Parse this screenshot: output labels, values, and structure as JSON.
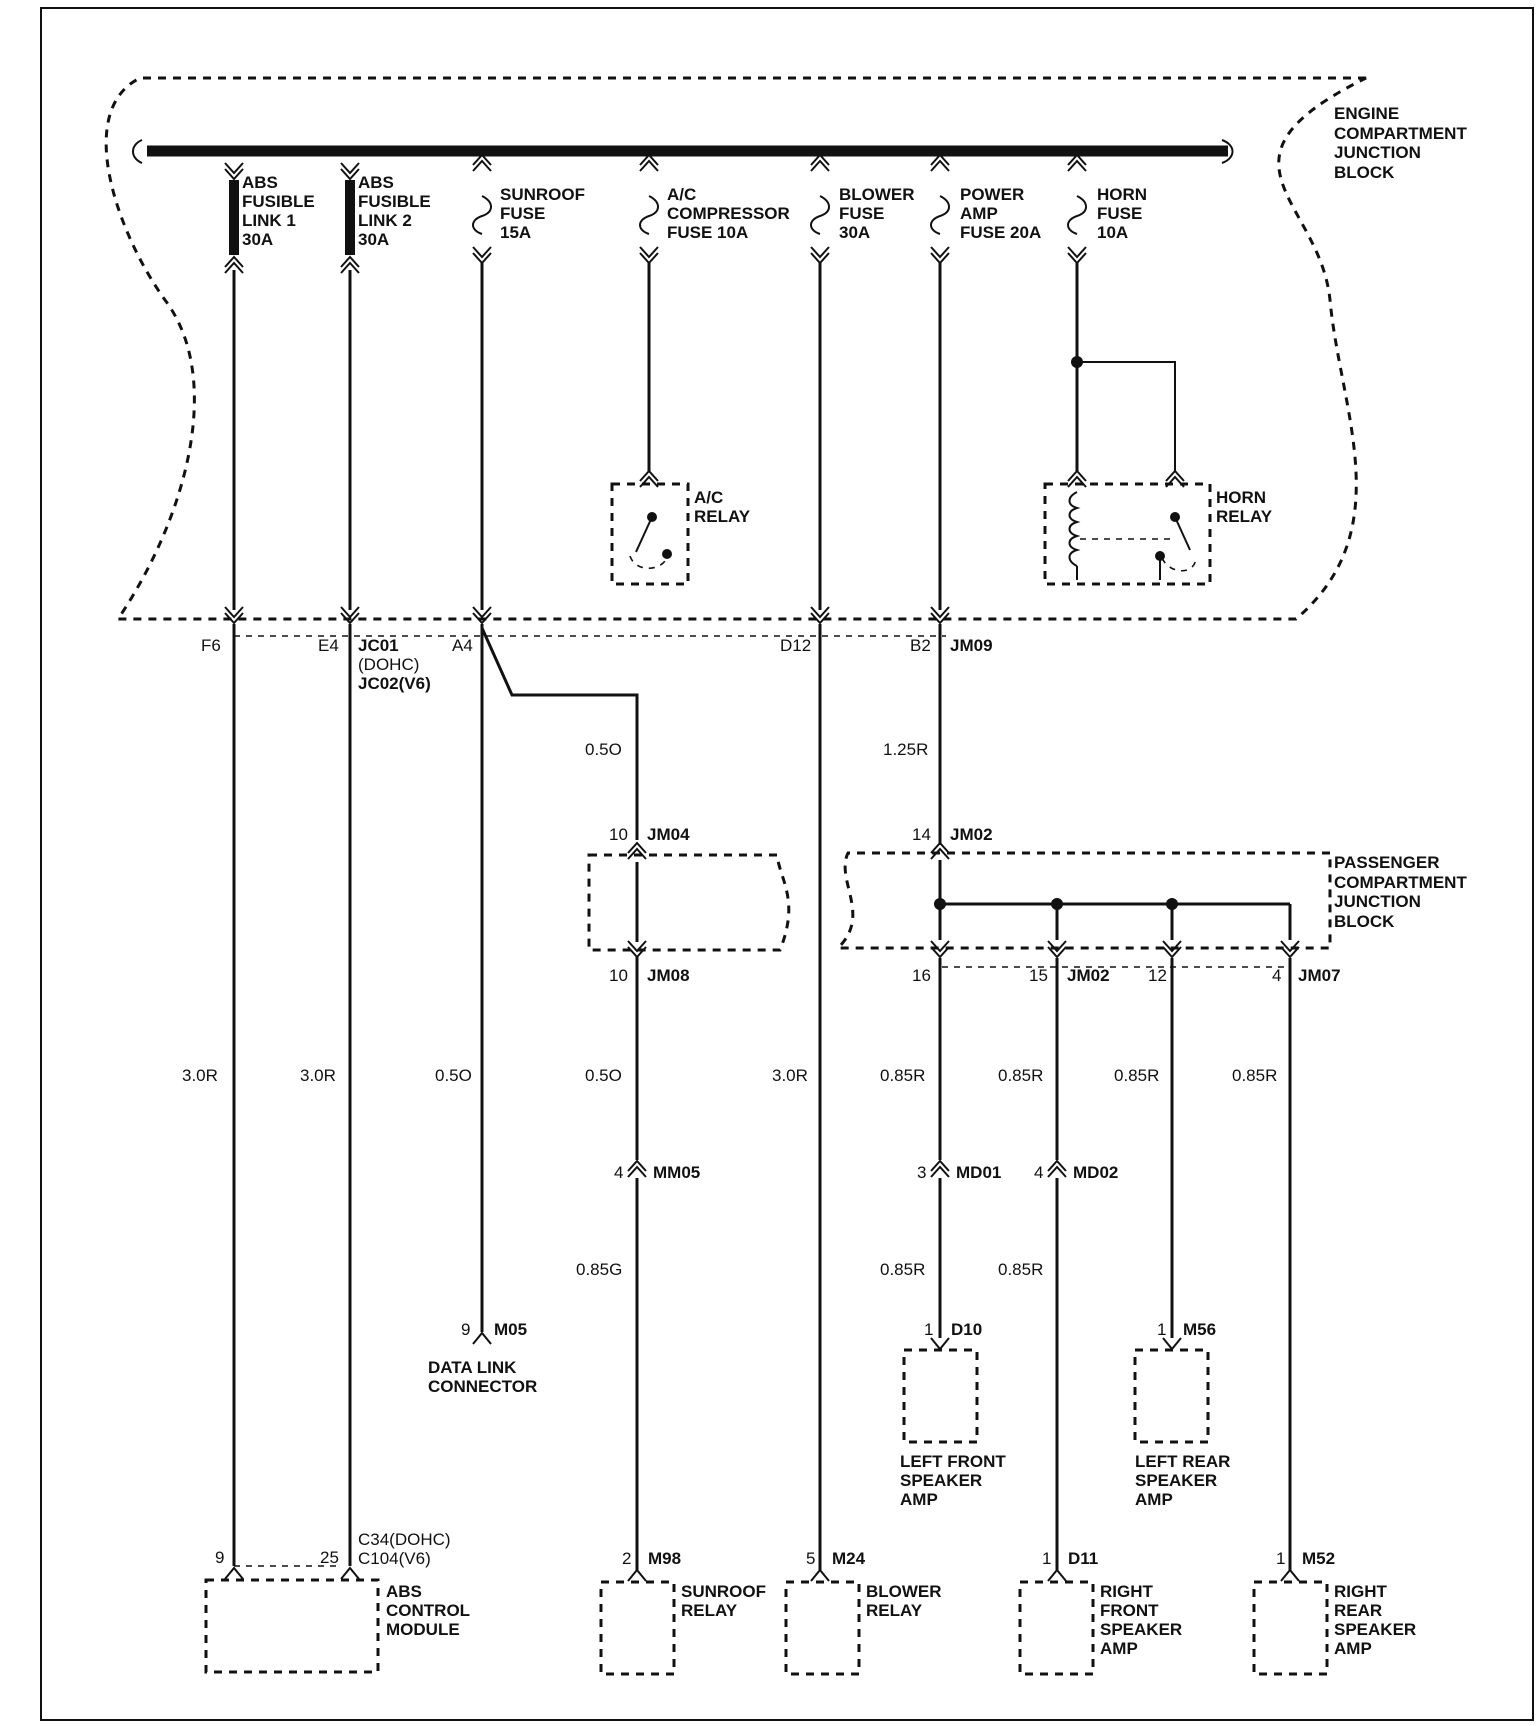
{
  "engine_block": {
    "line1": "ENGINE",
    "line2": "COMPARTMENT",
    "line3": "JUNCTION",
    "line4": "BLOCK"
  },
  "passenger_block": {
    "line1": "PASSENGER",
    "line2": "COMPARTMENT",
    "line3": "JUNCTION",
    "line4": "BLOCK"
  },
  "fuses": {
    "abs1": {
      "l1": "ABS",
      "l2": "FUSIBLE",
      "l3": "LINK 1",
      "l4": "30A"
    },
    "abs2": {
      "l1": "ABS",
      "l2": "FUSIBLE",
      "l3": "LINK 2",
      "l4": "30A"
    },
    "sunroof": {
      "l1": "SUNROOF",
      "l2": "FUSE",
      "l3": "15A"
    },
    "ac": {
      "l1": "A/C",
      "l2": "COMPRESSOR",
      "l3": "FUSE 10A"
    },
    "blower": {
      "l1": "BLOWER",
      "l2": "FUSE",
      "l3": "30A"
    },
    "power_amp": {
      "l1": "POWER",
      "l2": "AMP",
      "l3": "FUSE 20A"
    },
    "horn": {
      "l1": "HORN",
      "l2": "FUSE",
      "l3": "10A"
    }
  },
  "relays": {
    "ac": {
      "l1": "A/C",
      "l2": "RELAY"
    },
    "horn": {
      "l1": "HORN",
      "l2": "RELAY"
    }
  },
  "pins": {
    "f6": "F6",
    "e4": "E4",
    "a4": "A4",
    "d12": "D12",
    "b2": "B2",
    "jm04_pin": "10",
    "jm08_pin": "10",
    "jm02_in_pin": "14",
    "out16": "16",
    "out15": "15",
    "out12": "12",
    "out4": "4",
    "mm05_pin": "4",
    "md01_pin": "3",
    "md02_pin": "4",
    "m05_pin": "9",
    "d10_pin": "1",
    "m56_pin": "1",
    "abs_pin1": "9",
    "abs_pin2": "25",
    "m98_pin": "2",
    "m24_pin": "5",
    "d11_pin": "1",
    "m52_pin": "1"
  },
  "connectors": {
    "jc01": "JC01",
    "dohc": "(DOHC)",
    "jc02": "JC02(V6)",
    "jm09": "JM09",
    "jm04": "JM04",
    "jm08": "JM08",
    "jm02_in": "JM02",
    "jm02_out": "JM02",
    "jm07": "JM07",
    "mm05": "MM05",
    "md01": "MD01",
    "md02": "MD02",
    "m05": "M05",
    "d10": "D10",
    "m56": "M56",
    "c34": "C34(DOHC)",
    "c104": "C104(V6)",
    "m98": "M98",
    "m24": "M24",
    "d11": "D11",
    "m52": "M52"
  },
  "wires": {
    "abs1": "3.0R",
    "abs2": "3.0R",
    "dlc": "0.5O",
    "sun_upper": "0.5O",
    "sun_mid": "0.5O",
    "sun_lower": "0.85G",
    "blower": "3.0R",
    "amp_main": "1.25R",
    "lf": "0.85R",
    "rf": "0.85R",
    "lr": "0.85R",
    "rr": "0.85R",
    "lf_lower": "0.85R",
    "rf_lower": "0.85R"
  },
  "components": {
    "dlc": {
      "l1": "DATA LINK",
      "l2": "CONNECTOR"
    },
    "lf_amp": {
      "l1": "LEFT FRONT",
      "l2": "SPEAKER",
      "l3": "AMP"
    },
    "lr_amp": {
      "l1": "LEFT REAR",
      "l2": "SPEAKER",
      "l3": "AMP"
    },
    "abs_module": {
      "l1": "ABS",
      "l2": "CONTROL",
      "l3": "MODULE"
    },
    "sunroof_relay": {
      "l1": "SUNROOF",
      "l2": "RELAY"
    },
    "blower_relay": {
      "l1": "BLOWER",
      "l2": "RELAY"
    },
    "rf_amp": {
      "l1": "RIGHT",
      "l2": "FRONT",
      "l3": "SPEAKER",
      "l4": "AMP"
    },
    "rr_amp": {
      "l1": "RIGHT",
      "l2": "REAR",
      "l3": "SPEAKER",
      "l4": "AMP"
    }
  }
}
